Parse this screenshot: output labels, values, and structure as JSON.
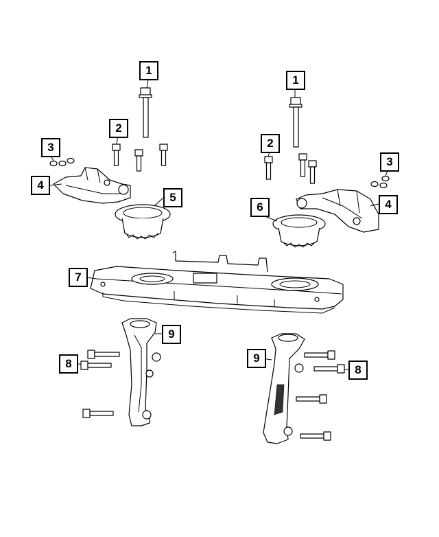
{
  "callouts": {
    "c1_left": "1",
    "c1_right": "1",
    "c2_left": "2",
    "c2_right": "2",
    "c3_left": "3",
    "c3_right": "3",
    "c4_left": "4",
    "c4_right": "4",
    "c5": "5",
    "c6": "6",
    "c7": "7",
    "c8_left": "8",
    "c8_right": "8",
    "c9_left": "9",
    "c9_right": "9"
  },
  "colors": {
    "line": "#000000",
    "background": "#ffffff"
  }
}
